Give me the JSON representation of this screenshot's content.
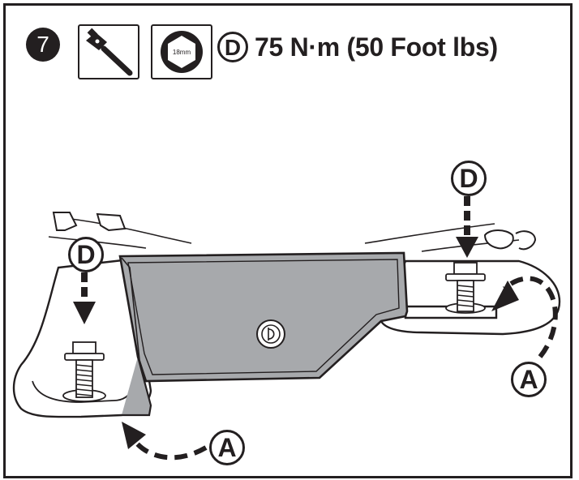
{
  "header": {
    "step_number": "7",
    "tool_ratchet_icon": "ratchet-wrench-icon",
    "tool_socket_icon": "hex-socket-icon",
    "socket_size": "18mm",
    "torque_letter": "D",
    "torque_value": "75 N·m (50 Foot lbs)"
  },
  "callouts": {
    "d_right": "D",
    "d_left": "D",
    "a_right": "A",
    "a_left": "A"
  },
  "colors": {
    "ink": "#231f20",
    "plate_fill": "#a7a9ac",
    "paper": "#ffffff"
  }
}
